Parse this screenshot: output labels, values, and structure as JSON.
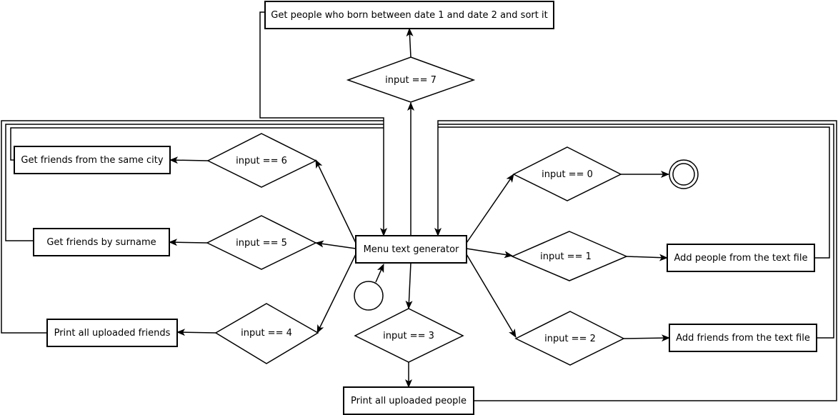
{
  "nodes": {
    "menu": "Menu text generator",
    "born_between": "Get people who born between date 1 and date 2 and sort it",
    "same_city": "Get friends from the same city",
    "by_surname": "Get friends by surname",
    "print_friends": "Print all uploaded friends",
    "print_people": "Print all uploaded people",
    "add_people": "Add people from the text file",
    "add_friends": "Add friends from the text file"
  },
  "decisions": {
    "d0": "input == 0",
    "d1": "input == 1",
    "d2": "input == 2",
    "d3": "input == 3",
    "d4": "input == 4",
    "d5": "input == 5",
    "d6": "input == 6",
    "d7": "input == 7"
  },
  "colors": {
    "stroke": "#000000",
    "background": "#ffffff"
  }
}
